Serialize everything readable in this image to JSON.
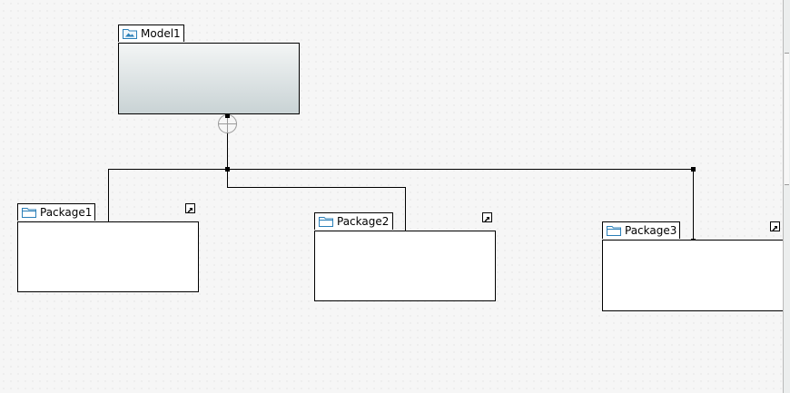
{
  "diagram": {
    "model": {
      "name": "Model1",
      "icon": "model-folder-icon"
    },
    "packages": [
      {
        "name": "Package1",
        "icon": "folder-icon",
        "shortcut_icon": "shortcut-arrow-icon"
      },
      {
        "name": "Package2",
        "icon": "folder-icon",
        "shortcut_icon": "shortcut-arrow-icon"
      },
      {
        "name": "Package3",
        "icon": "folder-icon",
        "shortcut_icon": "shortcut-arrow-icon"
      }
    ],
    "relationship": "containment",
    "colors": {
      "canvas": "#f6f6f6",
      "model_fill_top": "#f3f5f5",
      "model_fill_bottom": "#c9d3d5",
      "icon_blue": "#2a7fb8"
    }
  }
}
